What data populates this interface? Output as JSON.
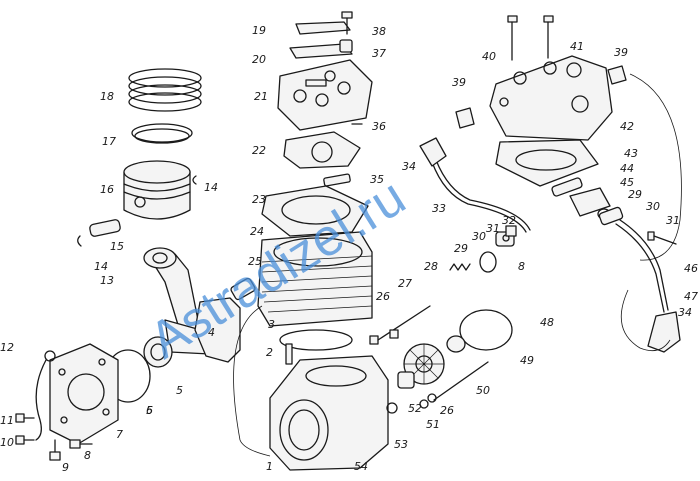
{
  "watermark": "Astradizel.ru",
  "colors": {
    "line": "#1a1a1a",
    "watermark": "#4a8fd9",
    "background": "#ffffff"
  },
  "labels": [
    "1",
    "2",
    "3",
    "4",
    "5",
    "6",
    "7",
    "8",
    "9",
    "10",
    "11",
    "12",
    "13",
    "14",
    "15",
    "16",
    "17",
    "18",
    "19",
    "20",
    "21",
    "22",
    "23",
    "24",
    "25",
    "26",
    "27",
    "28",
    "29",
    "30",
    "31",
    "32",
    "33",
    "34",
    "35",
    "36",
    "37",
    "38",
    "39",
    "40",
    "41",
    "42",
    "43",
    "44",
    "45",
    "46",
    "47",
    "48",
    "49",
    "50",
    "51",
    "52",
    "53",
    "54"
  ]
}
